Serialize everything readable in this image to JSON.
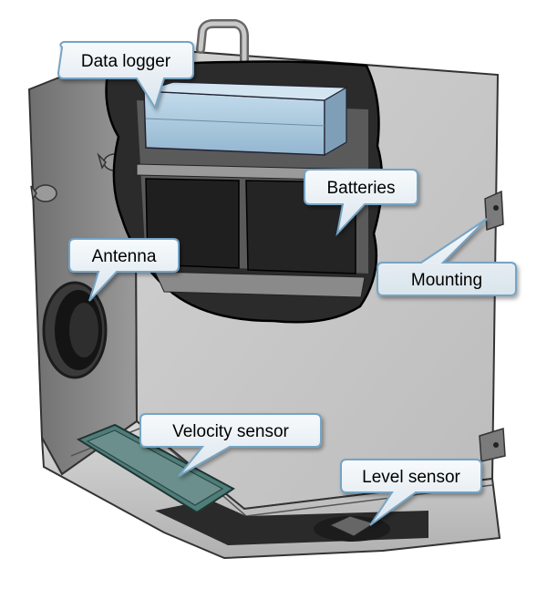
{
  "callouts": {
    "data_logger": "Data logger",
    "batteries": "Batteries",
    "antenna": "Antenna",
    "mounting": "Mounting",
    "velocity_sensor": "Velocity sensor",
    "level_sensor": "Level sensor"
  },
  "colors": {
    "housing": "#c6c6c6",
    "housing_side": "#8e8e8e",
    "cutaway_interior": "#2c2c2c",
    "logger_box": "#a9c9e0",
    "callout_fill": "#e8eff4",
    "callout_stroke": "#74a4c4"
  }
}
